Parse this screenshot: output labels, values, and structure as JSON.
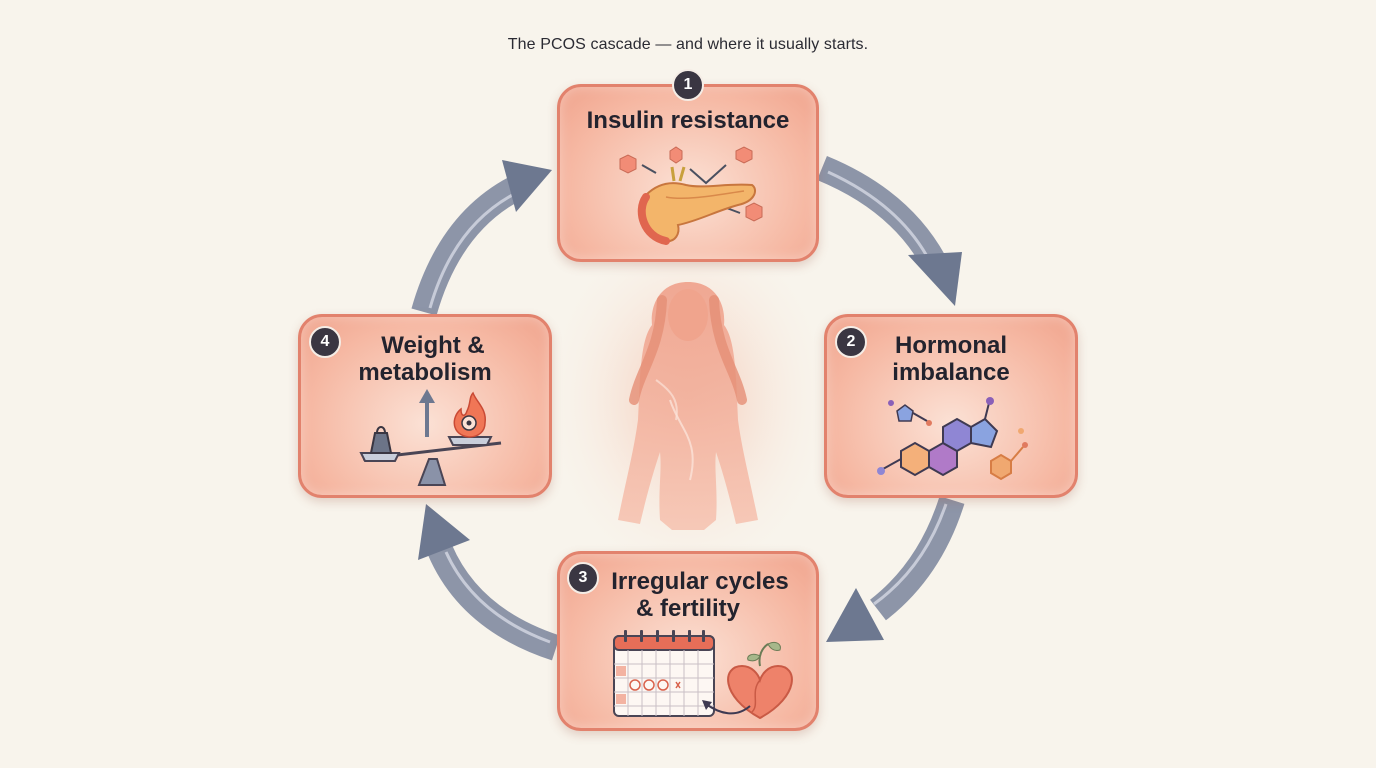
{
  "caption": "The PCOS cascade — and where it usually starts.",
  "steps": [
    {
      "number": "1",
      "title": "Insulin resistance",
      "icon": "pancreas-icon"
    },
    {
      "number": "2",
      "title_line1": "Hormonal",
      "title_line2": "imbalance",
      "icon": "hormone-molecule-icon"
    },
    {
      "number": "3",
      "title_line1": "Irregular cycles",
      "title_line2": "& fertility",
      "icon": "calendar-heart-icon"
    },
    {
      "number": "4",
      "title_line1": "Weight &",
      "title_line2": "metabolism",
      "icon": "scale-flame-icon"
    }
  ],
  "center_icon": "female-silhouette-icon",
  "colors": {
    "background": "#f8f4ec",
    "card_fill": "#f6b9a4",
    "card_border": "#e2826d",
    "arrow": "#7a849c",
    "badge": "#3a3642"
  }
}
